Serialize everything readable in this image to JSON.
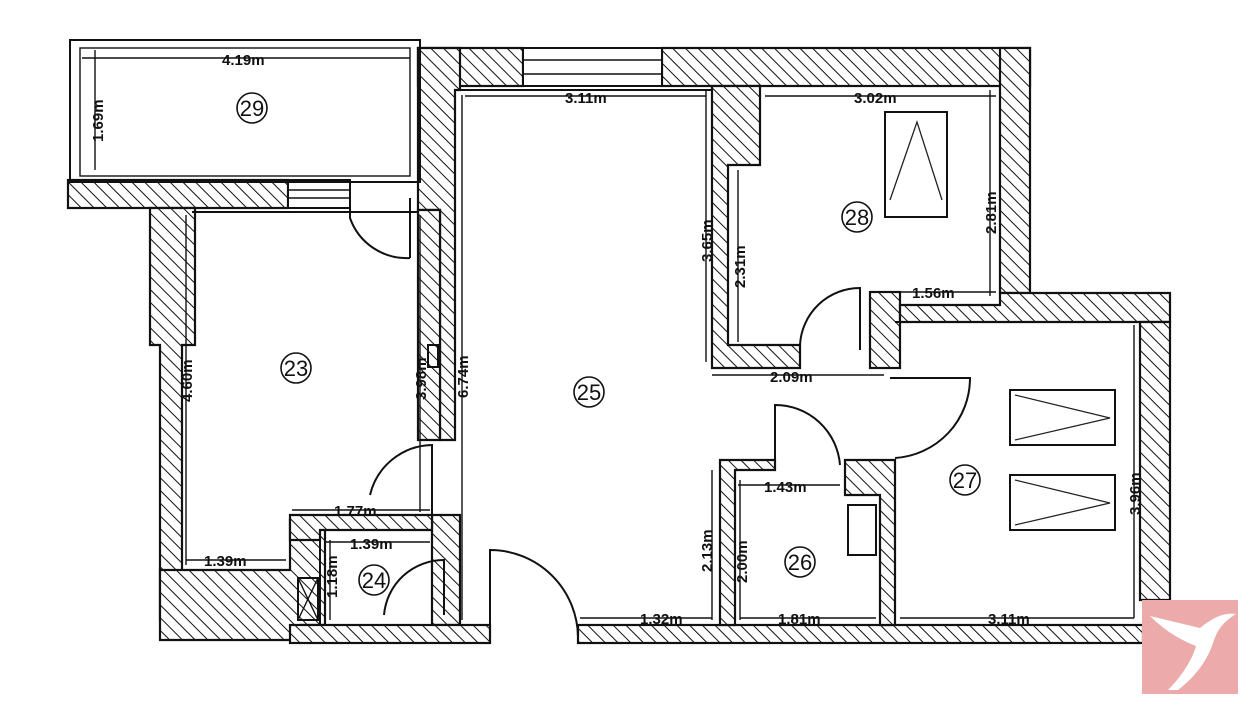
{
  "rooms": [
    {
      "id": "29",
      "label": "29"
    },
    {
      "id": "23",
      "label": "23"
    },
    {
      "id": "24",
      "label": "24"
    },
    {
      "id": "25",
      "label": "25"
    },
    {
      "id": "26",
      "label": "26"
    },
    {
      "id": "27",
      "label": "27"
    },
    {
      "id": "28",
      "label": "28"
    }
  ],
  "dimensions": {
    "d29_width": "4.19m",
    "d29_depth": "1.69m",
    "d25_top": "3.11m",
    "d28_top": "3.02m",
    "d28_right": "2.81m",
    "d28_left": "2.31m",
    "d28_bottom": "1.56m",
    "d25_3_65": "3.65m",
    "d25_6_74": "6.74m",
    "d23_left": "4.60m",
    "d23_right": "3.98m",
    "d23_bottom": "1.39m",
    "d24_top": "1.77m",
    "d24_inner": "1.39m",
    "d24_side": "1.18m",
    "hall_2_09": "2.09m",
    "d26_top": "1.43m",
    "d26_left": "2.00m",
    "d26_bottom": "1.81m",
    "d25_2_13": "2.13m",
    "d25_bottom": "1.32m",
    "d27_right": "3.96m",
    "d27_bottom": "3.11m"
  },
  "logo": {
    "name": "brand-logo",
    "color": "#e9a5a5"
  }
}
